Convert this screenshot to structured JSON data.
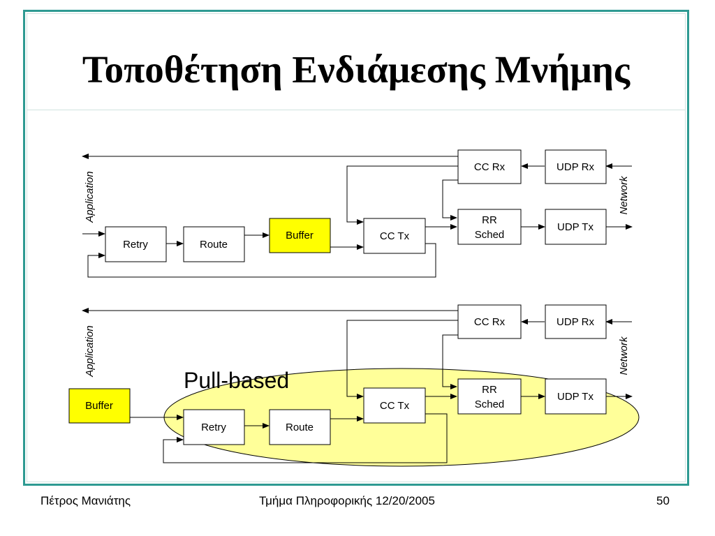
{
  "title": "Τοποθέτηση Ενδιάμεσης Μνήμης",
  "diagram_top": {
    "application_label": "Application",
    "network_label": "Network",
    "blocks": {
      "cc_rx": "CC Rx",
      "udp_rx": "UDP Rx",
      "rr_sched_line1": "RR",
      "rr_sched_line2": "Sched",
      "udp_tx": "UDP Tx",
      "cc_tx": "CC Tx",
      "retry": "Retry",
      "route": "Route",
      "buffer": "Buffer"
    }
  },
  "diagram_bottom": {
    "application_label": "Application",
    "network_label": "Network",
    "pull_label": "Pull-based",
    "blocks": {
      "cc_rx": "CC Rx",
      "udp_rx": "UDP Rx",
      "rr_sched_line1": "RR",
      "rr_sched_line2": "Sched",
      "udp_tx": "UDP Tx",
      "cc_tx": "CC Tx",
      "retry": "Retry",
      "route": "Route",
      "buffer": "Buffer"
    }
  },
  "colors": {
    "frame": "#2e9a92",
    "buffer_fill": "#ffff00",
    "pull_ellipse_fill": "#ffff99"
  },
  "footer": {
    "author": "Πέτρος Μανιάτης",
    "center": "Τμήμα Πληροφορικής 12/20/2005",
    "page": "50"
  }
}
